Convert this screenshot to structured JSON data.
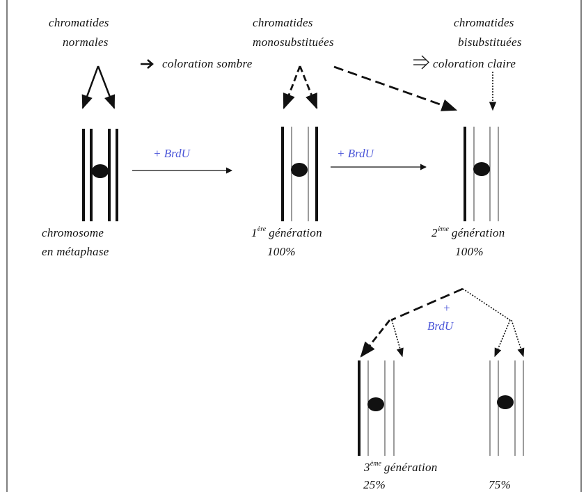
{
  "labels": {
    "normal_top": "chromatides",
    "normal_bottom": "normales",
    "mono_top": "chromatides",
    "mono_bottom": "monosubstituées",
    "bi_top": "chromatides",
    "bi_bottom": "bisubstituées",
    "dark_coloring": "coloration sombre",
    "light_coloring": "coloration claire",
    "brdu_1": "+ BrdU",
    "brdu_2": "+ BrdU",
    "brdu_3_plus": "+",
    "brdu_3_text": "BrdU",
    "chromosome_1": "chromosome",
    "chromosome_2": "en métaphase",
    "gen1_num": "1",
    "gen1_sup": "ère",
    "gen1_label": "génération",
    "gen1_pct": "100%",
    "gen2_num": "2",
    "gen2_sup": "ème",
    "gen2_label": "génération",
    "gen2_pct": "100%",
    "gen3_num": "3",
    "gen3_sup": "ème",
    "gen3_label": "génération",
    "gen3_pct_left": "25%",
    "gen3_pct_right": "75%"
  },
  "colors": {
    "ink": "#111111",
    "brdu": "#4a55d8",
    "frame": "#555555"
  }
}
